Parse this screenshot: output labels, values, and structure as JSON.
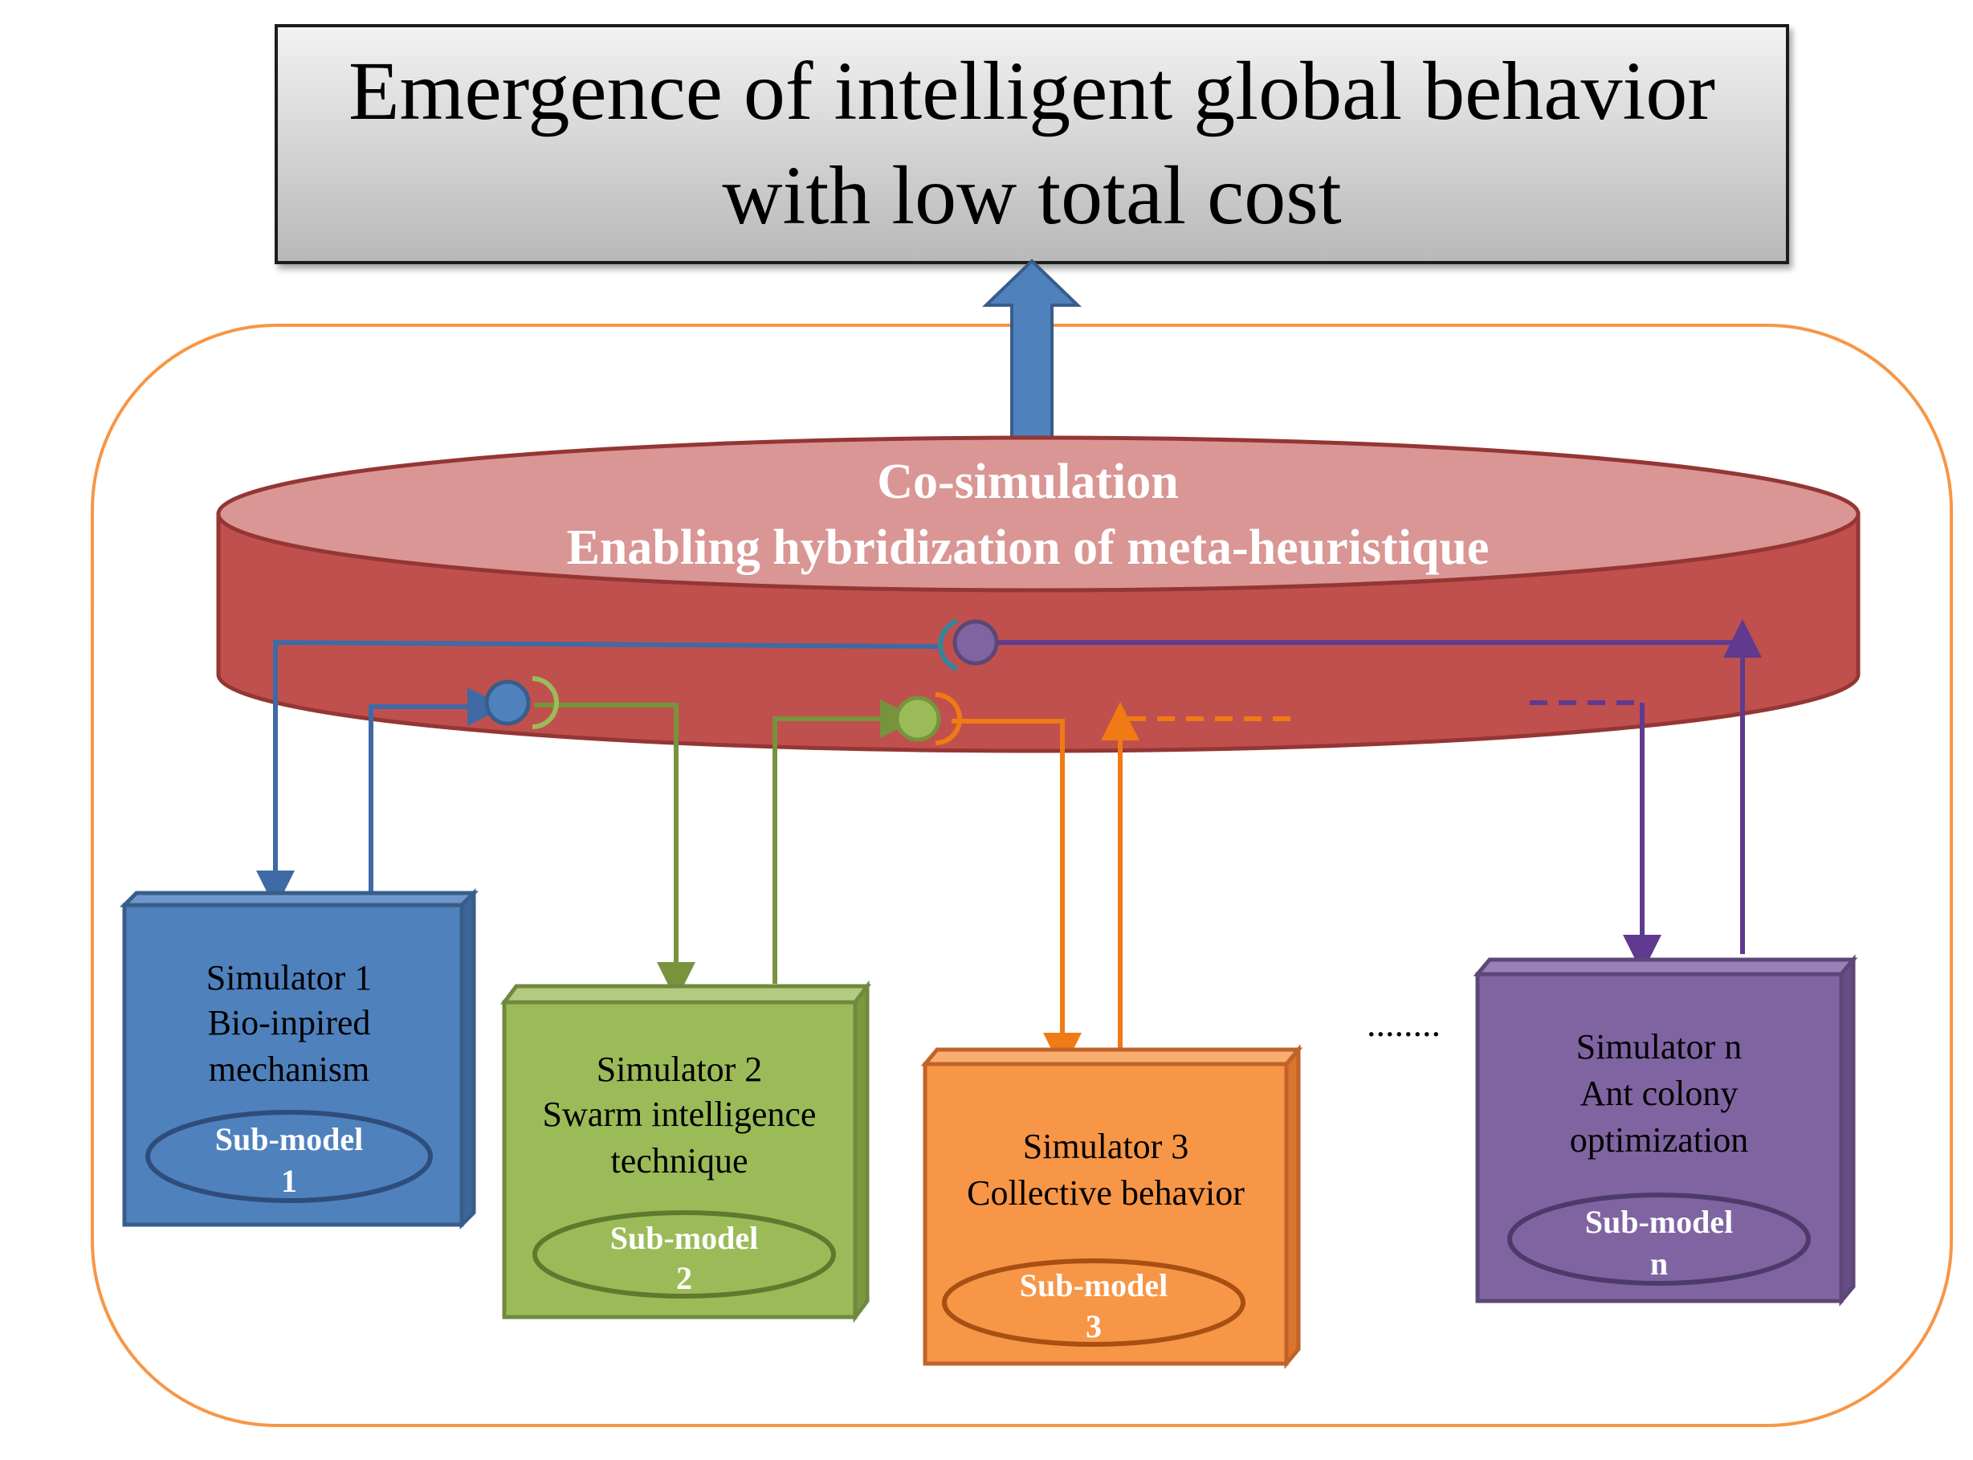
{
  "goal": {
    "line1": "Emergence of intelligent global behavior",
    "line2": "with low total cost"
  },
  "cosim": {
    "line1": "Co-simulation",
    "line2": "Enabling hybridization of meta-heuristique"
  },
  "ellipsis": "........",
  "simulators": [
    {
      "title": "Simulator 1",
      "desc": [
        "Bio-inpired",
        "mechanism"
      ],
      "sub_label": "Sub-model",
      "sub_num": "1",
      "fill": "#4F81BD",
      "edge": "#385D8A",
      "oval": "#2E4D7A",
      "wire": "#3F6AA5"
    },
    {
      "title": "Simulator 2",
      "desc": [
        "Swarm intelligence",
        "technique"
      ],
      "sub_label": "Sub-model",
      "sub_num": "2",
      "fill": "#9BBB59",
      "edge": "#71893F",
      "oval": "#5E7A2E",
      "wire": "#77933C"
    },
    {
      "title": "Simulator 3",
      "desc": [
        "Collective behavior"
      ],
      "sub_label": "Sub-model",
      "sub_num": "3",
      "fill": "#F79646",
      "edge": "#C0632A",
      "oval": "#A84F12",
      "wire": "#F07A14"
    },
    {
      "title": "Simulator n",
      "desc": [
        "Ant colony",
        "optimization"
      ],
      "sub_label": "Sub-model",
      "sub_num": "n",
      "fill": "#8064A2",
      "edge": "#5C4776",
      "oval": "#4E3A6A",
      "wire": "#5F3A8F"
    }
  ],
  "colors": {
    "goal_top": "#F2F2F2",
    "goal_bottom": "#B8B8B8",
    "cylinder_top": "#D99694",
    "cylinder_side": "#C0504D",
    "cylinder_edge": "#943634",
    "frame": "#F79646",
    "up_arrow": "#4F81BD"
  }
}
